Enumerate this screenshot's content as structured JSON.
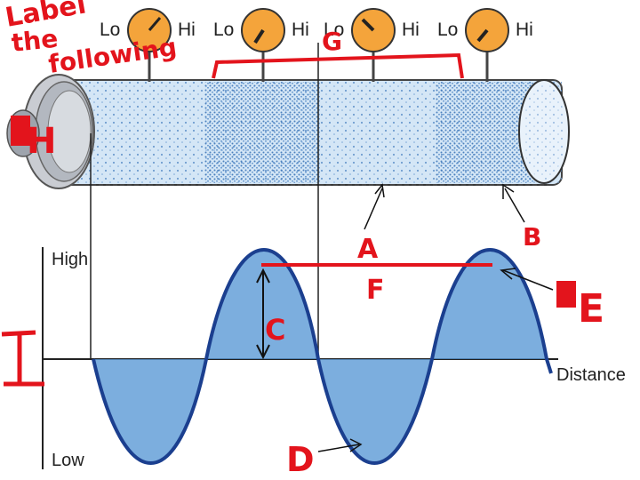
{
  "title_annotation": [
    "Label",
    "the",
    "following"
  ],
  "gauges": [
    {
      "lo": "Lo",
      "hi": "Hi"
    },
    {
      "lo": "Lo",
      "hi": "Hi"
    },
    {
      "lo": "Lo",
      "hi": "Hi"
    },
    {
      "lo": "Lo",
      "hi": "Hi"
    }
  ],
  "axis": {
    "high": "High",
    "low": "Low",
    "distance": "Distance"
  },
  "labels": {
    "a": "A",
    "b": "B",
    "c": "C",
    "d": "D",
    "e": "E",
    "f": "F",
    "g": "G",
    "h": "H",
    "i": "I"
  },
  "colors": {
    "annotation": "#e3141c",
    "wave_fill": "#5b9ad6",
    "wave_line": "#1b3f8f",
    "tube": "#cfe2f5",
    "gauge": "#f4a43b"
  }
}
